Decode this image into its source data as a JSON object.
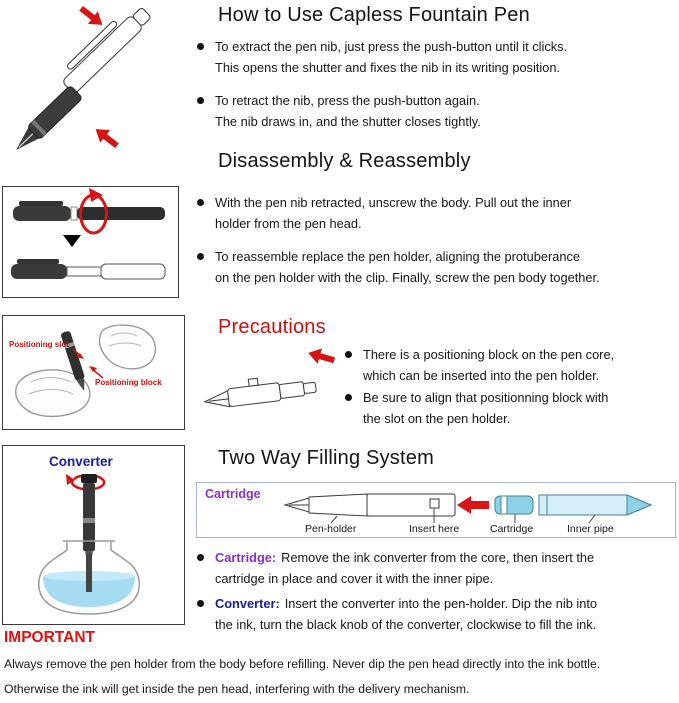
{
  "usage": {
    "title": "How to Use Capless Fountain Pen",
    "bullets": [
      "To extract the pen nib, just press the push-button until it clicks.\nThis opens the shutter and fixes the nib in its writing position.",
      "To retract the nib, press the push-button again.\nThe nib draws in, and the shutter closes tightly."
    ]
  },
  "disassembly": {
    "title": "Disassembly & Reassembly",
    "bullets": [
      "With the pen nib retracted, unscrew the body. Pull out the inner\nholder from the pen head.",
      "To reassemble replace the pen holder, aligning the protuberance\non the pen holder with the clip. Finally, screw the pen body together."
    ]
  },
  "precautions": {
    "title": "Precautions",
    "bullets": [
      "There is a positioning block on the pen core,\nwhich can be inserted into the pen holder.",
      "Be sure to align that positionning block with\nthe slot on the pen holder."
    ]
  },
  "filling": {
    "title": "Two Way Filling System",
    "diagram": {
      "cartridge_label": "Cartridge",
      "part_labels": [
        "Pen-holder",
        "Insert here",
        "Cartridge",
        "Inner pipe"
      ]
    },
    "bullets": [
      {
        "label": "Cartridge:",
        "text": "Remove the ink converter from the core, then insert the\ncartridge in place and cover it with the inner pipe."
      },
      {
        "label": "Converter:",
        "text": "Insert the converter into the pen-holder. Dip the nib into\nthe ink, turn the black knob of the converter, clockwise to fill the ink."
      }
    ]
  },
  "illustrations": {
    "positioning_slot_label": "Positioning slot",
    "positioning_block_label": "Positioning block",
    "converter_label": "Converter"
  },
  "important": {
    "title": "IMPORTANT",
    "lines": [
      "Always remove the pen holder from the body before refilling. Never dip the pen head directly into the ink bottle.",
      "Otherwise the ink will get inside the pen head, interfering with the delivery mechanism."
    ]
  },
  "colors": {
    "heading": "#141414",
    "red": "#cc1111",
    "arrow_red": "#d81414",
    "purple": "#8a2fc8",
    "blue": "#1a1aaa",
    "cartridge_fill": "#8ed2e8",
    "ink_fill": "#a5dcf2"
  }
}
